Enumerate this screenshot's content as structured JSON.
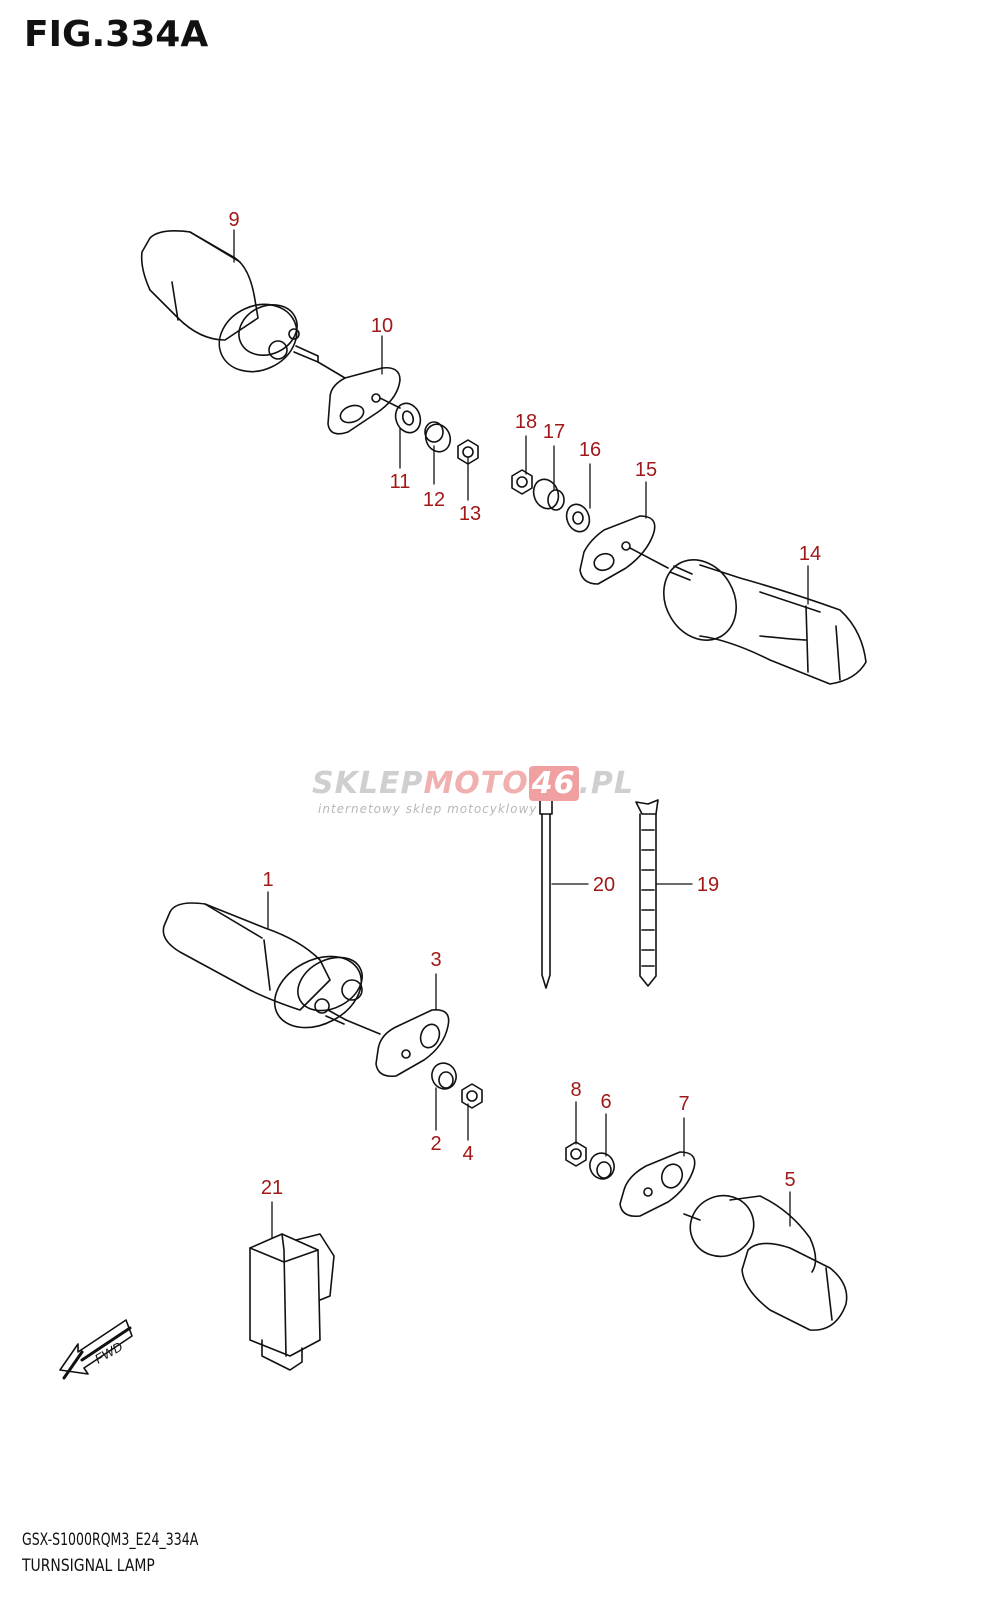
{
  "figure": {
    "title": "FIG.334A",
    "model_code": "GSX-S1000RQM3_E24_334A",
    "caption": "TURNSIGNAL LAMP"
  },
  "watermark": {
    "brand_part1": "SKLEP",
    "brand_part2": "MOTO",
    "brand_part3": "46",
    "brand_part4": ".PL",
    "tagline": "internetowy sklep motocyklowy"
  },
  "fwd_arrow": {
    "label": "FWD"
  },
  "colors": {
    "label_red": "#a01818",
    "line": "#111111",
    "watermark_red": "#f0a0a0"
  },
  "callouts": {
    "c1": "1",
    "c2": "2",
    "c3": "3",
    "c4": "4",
    "c5": "5",
    "c6": "6",
    "c7": "7",
    "c8": "8",
    "c9": "9",
    "c10": "10",
    "c11": "11",
    "c12": "12",
    "c13": "13",
    "c14": "14",
    "c15": "15",
    "c16": "16",
    "c17": "17",
    "c18": "18",
    "c19": "19",
    "c20": "20",
    "c21": "21"
  }
}
